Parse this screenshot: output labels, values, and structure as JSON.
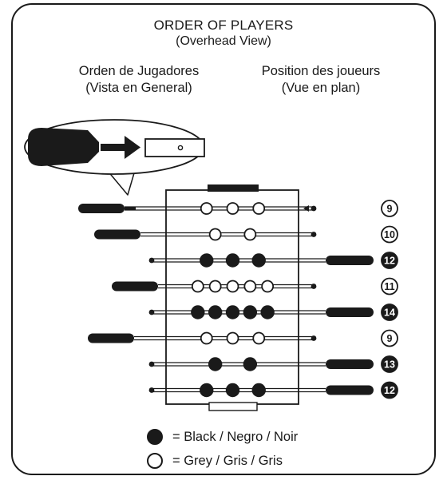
{
  "header": {
    "title": "ORDER OF PLAYERS",
    "subtitle": "(Overhead View)",
    "spanish_line1": "Orden de Jugadores",
    "spanish_line2": "(Vista en General)",
    "french_line1": "Position des joueurs",
    "french_line2": "(Vue en plan)"
  },
  "rods": [
    {
      "players": 3,
      "color": "grey",
      "handle_side": "left",
      "count_label": "9"
    },
    {
      "players": 2,
      "color": "grey",
      "handle_side": "left",
      "count_label": "10"
    },
    {
      "players": 3,
      "color": "black",
      "handle_side": "right",
      "count_label": "12"
    },
    {
      "players": 5,
      "color": "grey",
      "handle_side": "left",
      "count_label": "11"
    },
    {
      "players": 5,
      "color": "black",
      "handle_side": "right",
      "count_label": "14"
    },
    {
      "players": 3,
      "color": "grey",
      "handle_side": "left",
      "count_label": "9"
    },
    {
      "players": 2,
      "color": "black",
      "handle_side": "right",
      "count_label": "13"
    },
    {
      "players": 3,
      "color": "black",
      "handle_side": "right",
      "count_label": "12"
    }
  ],
  "legend": {
    "black_label": "= Black / Negro / Noir",
    "grey_label": "= Grey / Gris / Gris"
  },
  "colors": {
    "ink": "#1a1a1a",
    "paper": "#ffffff"
  }
}
